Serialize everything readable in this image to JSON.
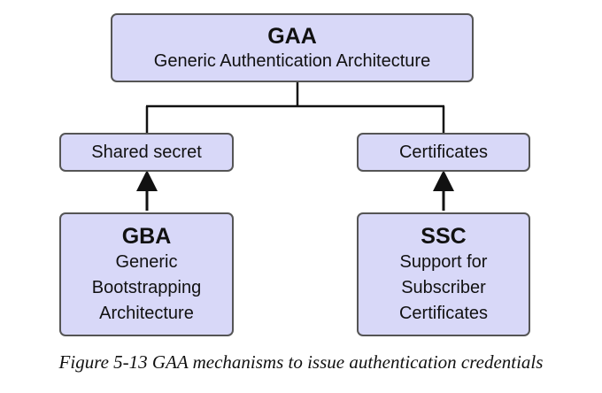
{
  "diagram": {
    "top": {
      "title": "GAA",
      "subtitle": "Generic Authentication Architecture"
    },
    "left_branch": {
      "category": "Shared secret",
      "mechanism_title": "GBA",
      "mechanism_lines": [
        "Generic",
        "Bootstrapping",
        "Architecture"
      ]
    },
    "right_branch": {
      "category": "Certificates",
      "mechanism_title": "SSC",
      "mechanism_lines": [
        "Support for",
        "Subscriber",
        "Certificates"
      ]
    }
  },
  "caption": "Figure 5-13 GAA mechanisms to issue authentication credentials",
  "colors": {
    "box_fill": "#d8d8f8",
    "box_border": "#555555",
    "line": "#111111"
  }
}
